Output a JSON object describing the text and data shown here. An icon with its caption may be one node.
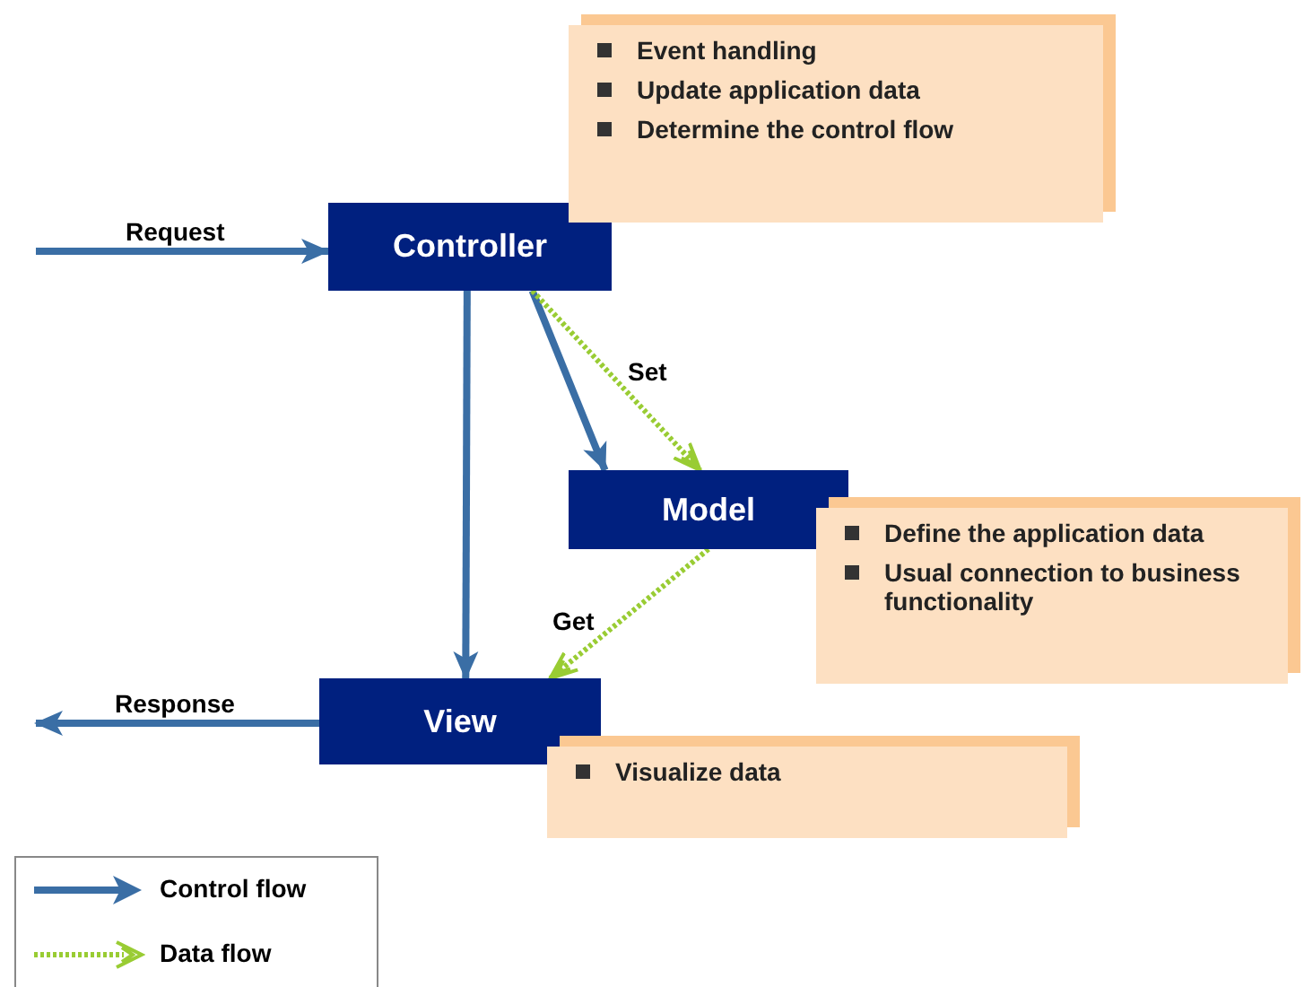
{
  "diagram": {
    "nodes": [
      {
        "text": [
          "Controller"
        ]
      },
      {
        "text": [
          "Model"
        ]
      },
      {
        "text": [
          "View"
        ]
      },
      {
        "text": [
          "Event handling",
          "Update application data",
          "Determine the control flow"
        ]
      },
      {
        "text": [
          "Define the application data",
          "Usual connection to business functionality"
        ]
      },
      {
        "text": [
          "Visualize data"
        ]
      }
    ],
    "edges": [
      {
        "from": null,
        "to": 0,
        "arrow": "to",
        "label": "Request"
      },
      {
        "from": 0,
        "to": 1,
        "arrow": "to"
      },
      {
        "from": 0,
        "to": 1,
        "arrow": "to",
        "label": "Set",
        "style": "dashed",
        "color": "#99cc33"
      },
      {
        "from": 0,
        "to": 2,
        "arrow": "to"
      },
      {
        "from": 1,
        "to": 2,
        "arrow": "to",
        "label": "Get",
        "style": "dashed",
        "color": "#99cc33"
      },
      {
        "from": 2,
        "to": null,
        "arrow": "to",
        "label": "Response"
      }
    ],
    "legend": [
      {
        "text": "Control flow"
      },
      {
        "text": "Data flow"
      }
    ]
  }
}
